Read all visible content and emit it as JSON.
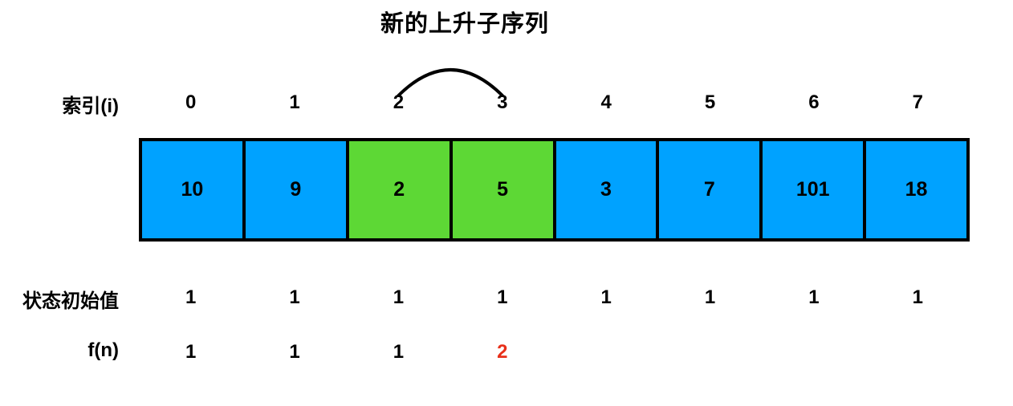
{
  "title": "新的上升子序列",
  "colors": {
    "cell_default": "#00A2FF",
    "cell_highlight": "#5DD835",
    "border": "#000000",
    "text": "#000000",
    "fn_highlight_text": "#E8301A",
    "background": "#FFFFFF"
  },
  "arc": {
    "from_index": 2,
    "to_index": 3,
    "name": "subsequence-link-arc"
  },
  "rows": {
    "index": {
      "label": "索引(i)",
      "values": [
        "0",
        "1",
        "2",
        "3",
        "4",
        "5",
        "6",
        "7"
      ]
    },
    "array": {
      "values": [
        "10",
        "9",
        "2",
        "5",
        "3",
        "7",
        "101",
        "18"
      ],
      "highlighted": [
        false,
        false,
        true,
        true,
        false,
        false,
        false,
        false
      ]
    },
    "initial_state": {
      "label": "状态初始值",
      "values": [
        "1",
        "1",
        "1",
        "1",
        "1",
        "1",
        "1",
        "1"
      ]
    },
    "fn": {
      "label": "f(n)",
      "values": [
        "1",
        "1",
        "1",
        "2",
        "",
        "",
        "",
        ""
      ],
      "emphasized": [
        false,
        false,
        false,
        true,
        false,
        false,
        false,
        false
      ]
    }
  }
}
